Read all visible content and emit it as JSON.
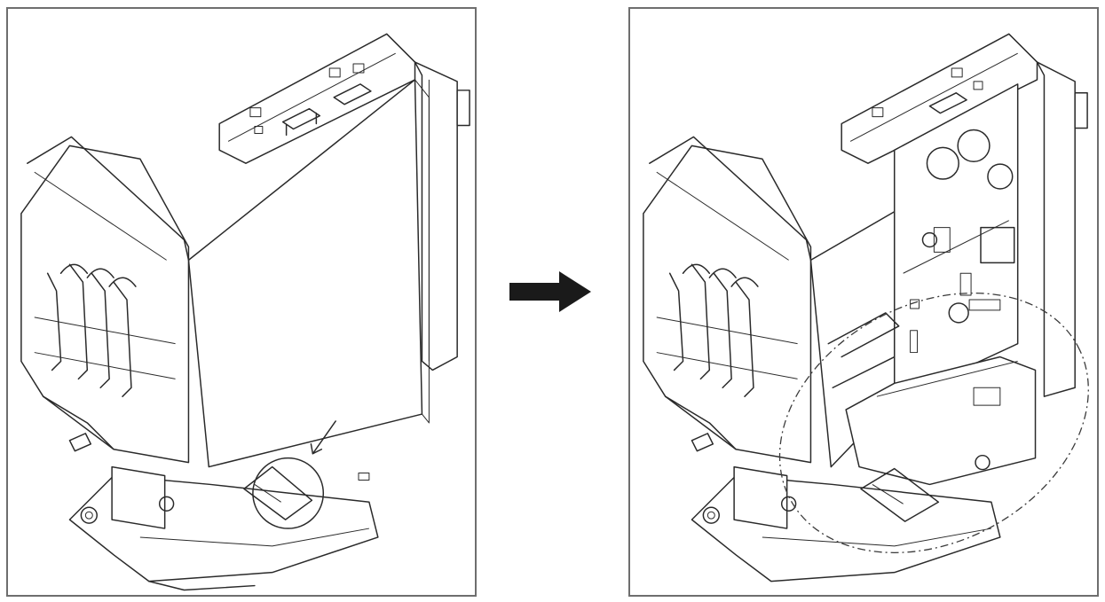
{
  "figure": {
    "panels": [
      {
        "id": "before",
        "description_icon": "assembled-unit-with-cover-icon"
      },
      {
        "id": "after",
        "description_icon": "unit-with-cover-removed-icon"
      }
    ],
    "transition_icon": "right-arrow-icon",
    "callouts": {
      "before": {
        "type": "solid-circle-with-pointer",
        "color": "#2a2a2a"
      },
      "after": {
        "type": "dash-dot-ellipse",
        "color": "#3a3a3a"
      }
    },
    "colors": {
      "line": "#2a2a2a",
      "frame": "#6e6e6e",
      "arrow": "#1a1a1a",
      "background": "#ffffff"
    }
  }
}
